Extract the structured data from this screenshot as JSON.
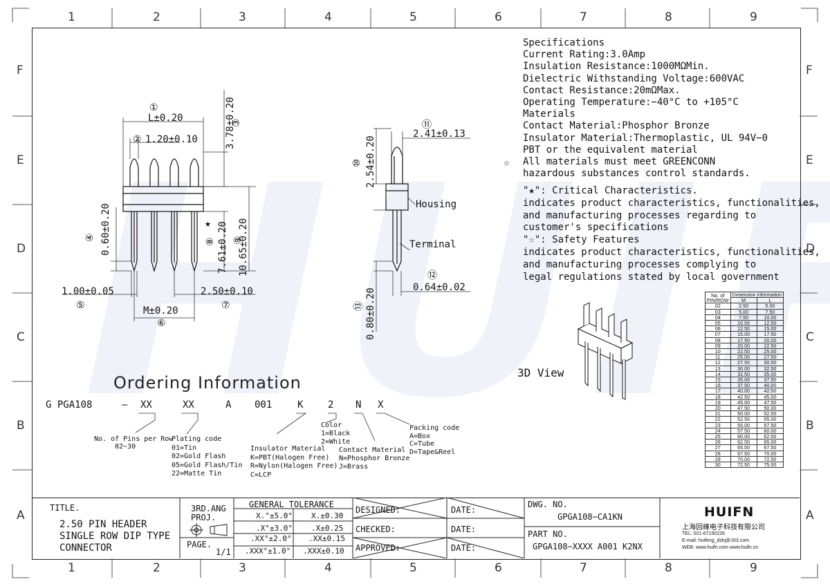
{
  "frame": {
    "columns": [
      "1",
      "2",
      "3",
      "4",
      "5",
      "6",
      "7",
      "8",
      "9"
    ],
    "rows": [
      "F",
      "E",
      "D",
      "C",
      "B",
      "A"
    ]
  },
  "watermark": "HUIFN",
  "front_view": {
    "dim_01": "①",
    "dim_01_val": "L±0.20",
    "dim_02": "②",
    "dim_02_val": "1.20±0.10",
    "dim_03": "③",
    "dim_03_val": "3.78±0.20",
    "dim_04": "④",
    "dim_04_val": "0.60±0.20",
    "dim_05": "⑤",
    "dim_05_val": "1.00±0.05",
    "dim_06": "⑥",
    "dim_06_val": "M±0.20",
    "dim_07": "⑦",
    "dim_07_val": "2.50±0.10",
    "dim_08": "⑧",
    "dim_08_val": "7.61±0.20",
    "dim_09": "⑨",
    "dim_09_val": "10.65±0.20",
    "star": "★"
  },
  "side_view": {
    "dim_10": "⑩",
    "dim_10_val": "2.54±0.20",
    "dim_11": "⑪",
    "dim_11_val": "2.41±0.13",
    "dim_12": "⑫",
    "dim_12_val": "0.64±0.02",
    "dim_13": "⑬",
    "dim_13_val": "0.80±0.20",
    "housing": "Housing",
    "terminal": "Terminal"
  },
  "specs": [
    "Specifications",
    "Current Rating:3.0Amp",
    "Insulation Resistance:1000MΩMin.",
    "Dielectric Withstanding Voltage:600VAC",
    "Contact Resistance:20mΩMax.",
    "Operating Temperature:−40°C to +105°C",
    "Materials",
    "Contact Material:Phosphor Bronze",
    "Insulator Material:Thermoplastic, UL 94V−0",
    "PBT or the equivalent material",
    "All materials must meet GREENCONN",
    "hazardous substances control standards."
  ],
  "safety_symbol": "☆",
  "characteristics": [
    "\"★\": Critical Characteristics.",
    "indicates product characteristics, functionalities,",
    "and manufacturing processes regarding to",
    "customer's specifications",
    "\"☆\": Safety Features",
    "indicates product characteristics, functionalities,",
    "and manufacturing processes complying to",
    "legal regulations stated by local government"
  ],
  "three_d_label": "3D View",
  "dimension_table": {
    "header_no": "No. of",
    "header_no2": "PIN/ROW",
    "header_dim": "Dimension information",
    "header_m": "M",
    "header_l": "L",
    "rows": [
      [
        "02",
        "2.50",
        "5.00"
      ],
      [
        "03",
        "5.00",
        "7.50"
      ],
      [
        "04",
        "7.50",
        "10.00"
      ],
      [
        "05",
        "10.00",
        "12.50"
      ],
      [
        "06",
        "12.50",
        "15.00"
      ],
      [
        "07",
        "15.00",
        "17.50"
      ],
      [
        "08",
        "17.50",
        "20.00"
      ],
      [
        "09",
        "20.00",
        "22.50"
      ],
      [
        "10",
        "22.50",
        "25.00"
      ],
      [
        "11",
        "25.00",
        "27.50"
      ],
      [
        "12",
        "27.50",
        "30.00"
      ],
      [
        "13",
        "30.00",
        "32.50"
      ],
      [
        "14",
        "32.50",
        "35.00"
      ],
      [
        "15",
        "35.00",
        "37.50"
      ],
      [
        "16",
        "37.50",
        "40.00"
      ],
      [
        "17",
        "40.00",
        "42.50"
      ],
      [
        "18",
        "42.50",
        "45.00"
      ],
      [
        "19",
        "45.00",
        "47.50"
      ],
      [
        "20",
        "47.50",
        "50.00"
      ],
      [
        "21",
        "50.00",
        "52.50"
      ],
      [
        "22",
        "52.50",
        "55.00"
      ],
      [
        "23",
        "55.00",
        "57.50"
      ],
      [
        "24",
        "57.50",
        "60.00"
      ],
      [
        "25",
        "60.00",
        "62.50"
      ],
      [
        "26",
        "62.50",
        "65.00"
      ],
      [
        "27",
        "65.00",
        "67.50"
      ],
      [
        "28",
        "67.50",
        "70.00"
      ],
      [
        "29",
        "70.00",
        "72.50"
      ],
      [
        "30",
        "72.50",
        "75.00"
      ]
    ]
  },
  "ordering": {
    "title": "Ordering Information",
    "code": [
      "G PGA108",
      "—",
      "XX",
      "XX",
      "A",
      "001",
      "K",
      "2",
      "N",
      "X"
    ],
    "pins_label": "No. of Pins per Row",
    "pins_range": "02~30",
    "plating": [
      "Plating code",
      "01=Tin",
      "02=Gold Flash",
      "05=Gold Flash/Tin",
      "22=Matte Tin"
    ],
    "insulator": [
      "Insulator Material",
      "K=PBT(Halogen Free)",
      "R=Nylon(Halogen Free)",
      "C=LCP"
    ],
    "color": [
      "Color",
      "1=Black",
      "2=White"
    ],
    "contact": [
      "Contact Material",
      "N=Phosphor Bronze",
      "J=Brass"
    ],
    "packing": [
      "Packing code",
      "A=Box",
      "C=Tube",
      "D=Tape&Reel"
    ]
  },
  "title_block": {
    "title_label": "TITLE.",
    "title_lines": [
      "2.50 PIN HEADER",
      "SINGLE ROW DIP TYPE",
      "CONNECTOR"
    ],
    "proj_label": "3RD.ANG",
    "proj_label2": "PROJ.",
    "page_label": "PAGE.",
    "page_value": "1/1",
    "tol_title": "GENERAL TOLERANCE",
    "tol": [
      [
        "X.°±5.0°",
        "X.±0.30"
      ],
      [
        ".X°±3.0°",
        ".X±0.25"
      ],
      [
        ".XX°±2.0°",
        ".XX±0.15"
      ],
      [
        ".XXX°±1.0°",
        ".XXX±0.10"
      ]
    ],
    "designed": "DESIGNED:",
    "checked": "CHECKED:",
    "approved": "APPROVED:",
    "date": "DATE:",
    "dwg_label": "DWG. NO.",
    "dwg_value": "GPGA108−CA1KN",
    "part_label": "PART NO.",
    "part_value": "GPGA108−XXXX A001 K2NX",
    "logo": "HUIFN",
    "company": "上海回峰电子科技有限公司",
    "tel": "TEL: 021-67150226",
    "email": "E-mail: huifeng_dzkj@163.com",
    "web": "WEB: www.huifn.com  www.huifn.cn"
  }
}
